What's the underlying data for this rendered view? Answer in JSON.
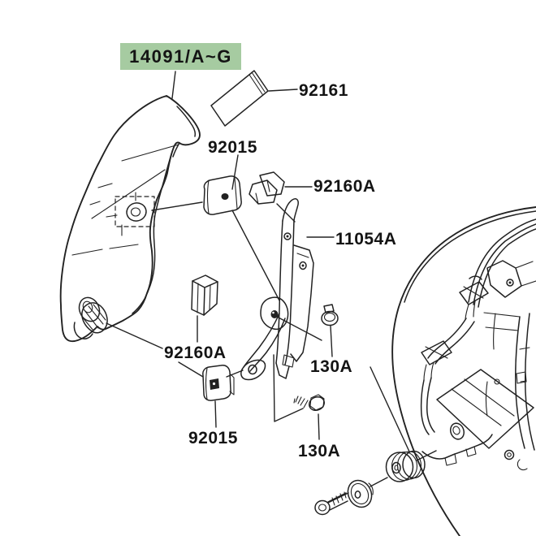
{
  "diagram": {
    "type": "exploded-parts-diagram",
    "background_color": "#ffffff",
    "line_color": "#222222",
    "highlight_label": {
      "text": "14091/A~G",
      "bg_color": "#a6cba1",
      "text_color": "#141414",
      "note": "selected part callout"
    },
    "part_labels": [
      {
        "key": "92161",
        "text": "92161"
      },
      {
        "key": "92015-top",
        "text": "92015"
      },
      {
        "key": "92160a-top",
        "text": "92160A"
      },
      {
        "key": "11054a",
        "text": "11054A"
      },
      {
        "key": "92160a-bottom",
        "text": "92160A"
      },
      {
        "key": "130a-middle",
        "text": "130A"
      },
      {
        "key": "92015-bottom",
        "text": "92015"
      },
      {
        "key": "130a-bottom",
        "text": "130A"
      }
    ],
    "drawn_parts": [
      "cover-panel-14091",
      "trim-pad-92161",
      "clip-92015-top",
      "damper-92160a-top",
      "bracket-11054a",
      "damper-92160a-bottom",
      "clip-92015-bottom",
      "bolt-130a-button",
      "bolt-130a-hex",
      "cowling-assembly",
      "screw-collar-grommet-set"
    ]
  }
}
